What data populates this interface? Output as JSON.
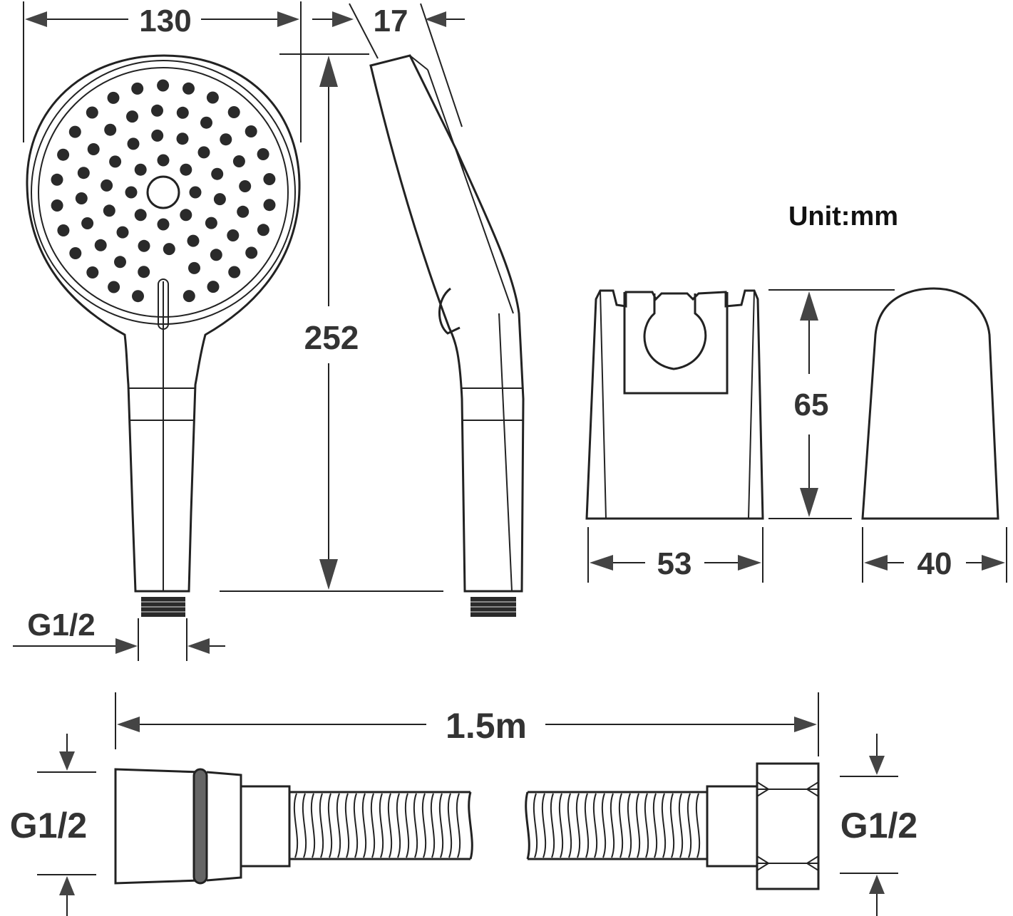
{
  "unit_label": "Unit:mm",
  "dimensions": {
    "head_width": "130",
    "head_depth": "17",
    "total_length": "252",
    "outlet_thread": "G1/2",
    "holder_height": "65",
    "holder_width": "53",
    "holder_depth": "40",
    "hose_length": "1.5m",
    "hose_left_thread": "G1/2",
    "hose_right_thread": "G1/2"
  },
  "colors": {
    "line": "#222222",
    "dimension_text": "#333333",
    "background": "#ffffff"
  }
}
